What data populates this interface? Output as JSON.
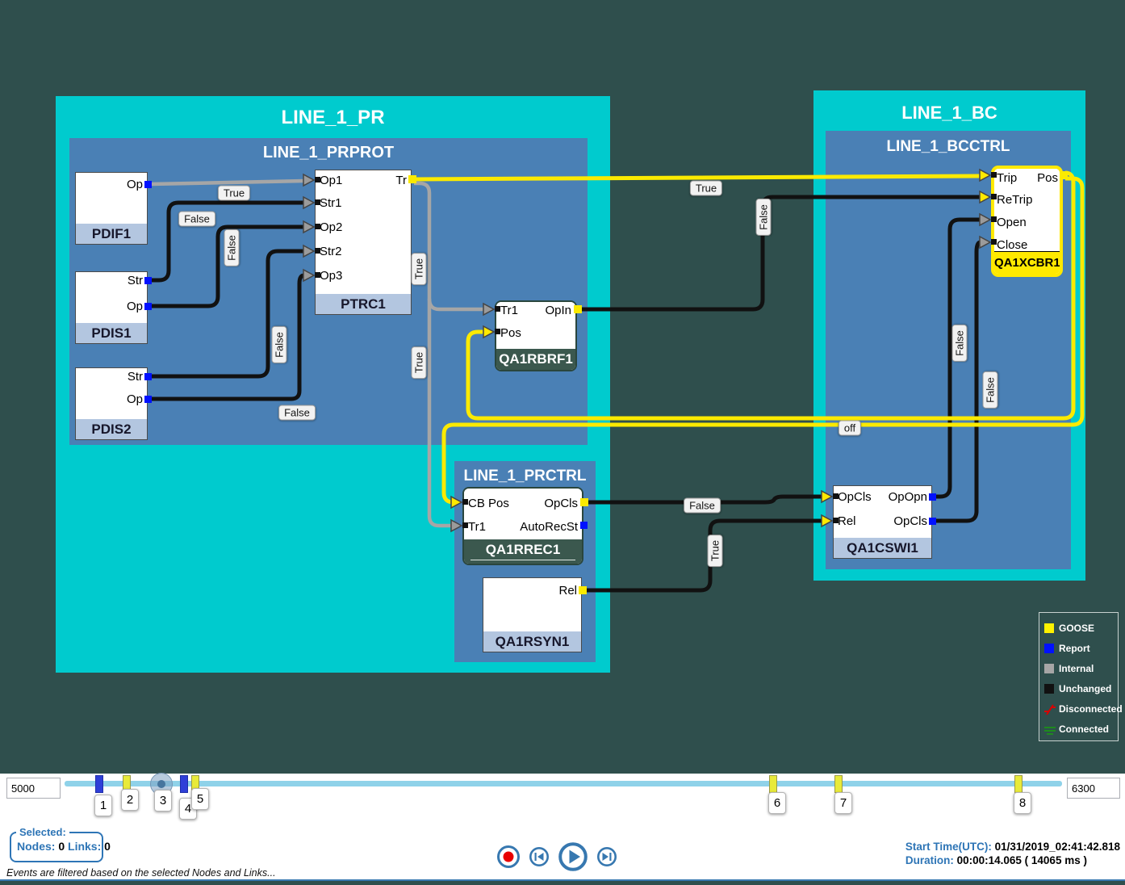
{
  "groups": {
    "pr": {
      "title": "LINE_1_PR"
    },
    "prprot": {
      "title": "LINE_1_PRPROT"
    },
    "prctrl": {
      "title": "LINE_1_PRCTRL"
    },
    "bc": {
      "title": "LINE_1_BC"
    },
    "bcctrl": {
      "title": "LINE_1_BCCTRL"
    }
  },
  "nodes": {
    "pdif1": {
      "label": "PDIF1",
      "ports": [
        "Op"
      ]
    },
    "pdis1": {
      "label": "PDIS1",
      "ports": [
        "Str",
        "Op"
      ]
    },
    "pdis2": {
      "label": "PDIS2",
      "ports": [
        "Str",
        "Op"
      ]
    },
    "ptrc1": {
      "label": "PTRC1",
      "ports": [
        "Op1",
        "Str1",
        "Op2",
        "Str2",
        "Op3",
        "Tr"
      ]
    },
    "rbrf1": {
      "label": "QA1RBRF1",
      "ports": [
        "Tr1",
        "OpIn",
        "Pos"
      ]
    },
    "rrec1": {
      "label": "QA1RREC1",
      "ports": [
        "CB Pos",
        "OpCls",
        "Tr1",
        "AutoRecSt"
      ]
    },
    "rsyn1": {
      "label": "QA1RSYN1",
      "ports": [
        "Rel"
      ]
    },
    "xcbr1": {
      "label": "QA1XCBR1",
      "ports": [
        "Trip",
        "Pos",
        "ReTrip",
        "Open",
        "Close"
      ]
    },
    "cswi1": {
      "label": "QA1CSWI1",
      "ports": [
        "OpCls",
        "OpOpn",
        "Rel",
        "OpCls"
      ]
    }
  },
  "wire_labels": [
    {
      "text": "True"
    },
    {
      "text": "False"
    },
    {
      "text": "False"
    },
    {
      "text": "False"
    },
    {
      "text": "False"
    },
    {
      "text": "True"
    },
    {
      "text": "True"
    },
    {
      "text": "True"
    },
    {
      "text": "False"
    },
    {
      "text": "False"
    },
    {
      "text": "True"
    },
    {
      "text": "False"
    },
    {
      "text": "False"
    },
    {
      "text": "off"
    }
  ],
  "legend": {
    "items": [
      {
        "label": "GOOSE",
        "color": "#FFF200",
        "kind": "square"
      },
      {
        "label": "Report",
        "color": "#0011FF",
        "kind": "square"
      },
      {
        "label": "Internal",
        "color": "#A6A6A6",
        "kind": "square"
      },
      {
        "label": "Unchanged",
        "color": "#111111",
        "kind": "square"
      },
      {
        "label": "Disconnected",
        "color": "#D90000",
        "kind": "broken-link"
      },
      {
        "label": "Connected",
        "color": "#1E8A1E",
        "kind": "linked"
      }
    ]
  },
  "timeline": {
    "range_start": "5000",
    "range_end": "6300",
    "markers": [
      {
        "id": "1",
        "color": "blue"
      },
      {
        "id": "2",
        "color": "yellow"
      },
      {
        "id": "3",
        "color": "thumb"
      },
      {
        "id": "4",
        "color": "blue"
      },
      {
        "id": "5",
        "color": "yellow"
      },
      {
        "id": "6",
        "color": "yellow"
      },
      {
        "id": "7",
        "color": "yellow"
      },
      {
        "id": "8",
        "color": "yellow"
      }
    ]
  },
  "footer": {
    "selected_legend": "Selected:",
    "nodes_label": "Nodes:",
    "nodes_value": "0",
    "links_label": "Links:",
    "links_value": "0",
    "filter_note": "Events are filtered based on the selected Nodes and Links...",
    "start_time_label": "Start Time(UTC):",
    "start_time_value": "01/31/2019_02:41:42.818",
    "duration_label": "Duration:",
    "duration_value": "00:00:14.065 ( 14065 ms )"
  },
  "colors": {
    "background": "#2F4F4D",
    "group_fill": "#00CBCE",
    "subgroup_fill": "#4A80B5",
    "goose_wire": "#FBEA00",
    "unchanged_wire": "#111111",
    "internal_wire": "#A6A6A6",
    "report_pin": "#0011FF",
    "accent_blue": "#2E75B6"
  }
}
